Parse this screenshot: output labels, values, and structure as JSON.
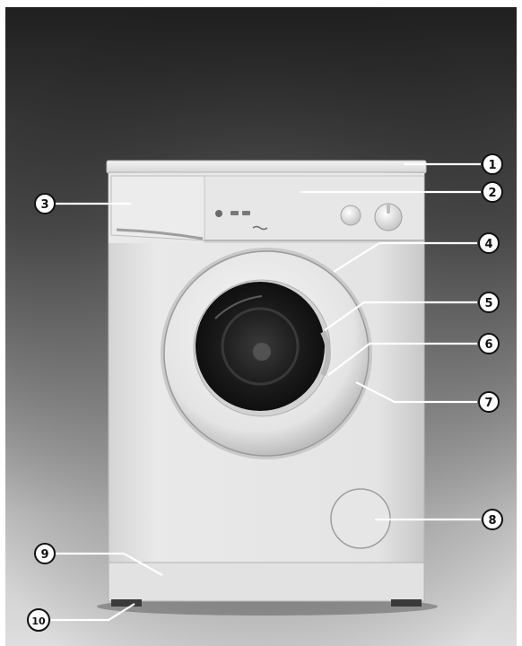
{
  "image": {
    "subject": "washing-machine",
    "background": "studio-gradient",
    "colors": {
      "backdrop_dark": "#2a2a2a",
      "backdrop_mid": "#6e6e6e",
      "floor_light": "#d6d6d6",
      "appliance_body": "#e6e6e6",
      "callout_fill": "#ffffff",
      "callout_stroke": "#111111"
    }
  },
  "callouts": [
    {
      "number": "1"
    },
    {
      "number": "2"
    },
    {
      "number": "3"
    },
    {
      "number": "4"
    },
    {
      "number": "5"
    },
    {
      "number": "6"
    },
    {
      "number": "7"
    },
    {
      "number": "8"
    },
    {
      "number": "9"
    },
    {
      "number": "10"
    }
  ]
}
